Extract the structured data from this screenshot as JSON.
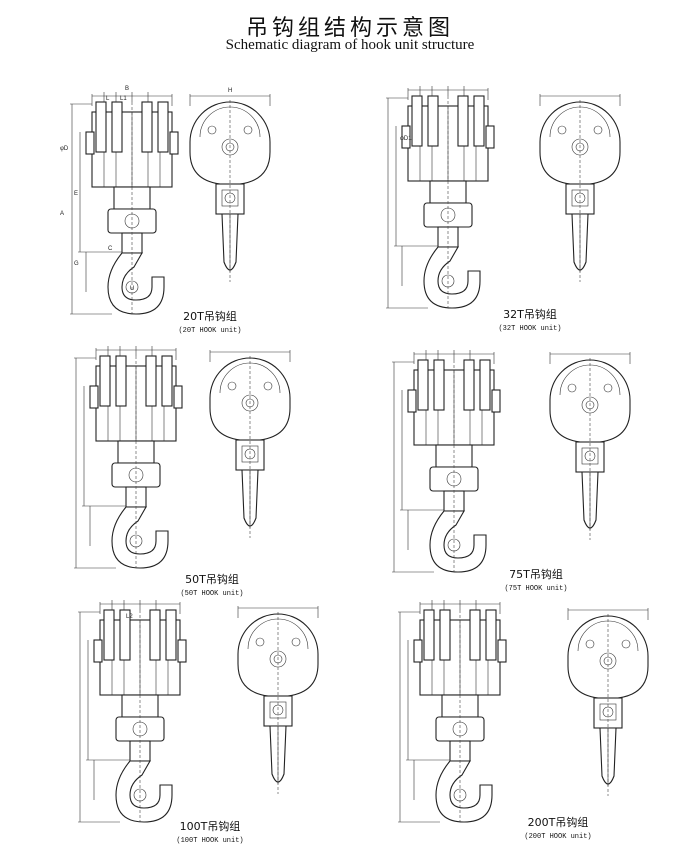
{
  "title_cn": "吊钩组结构示意图",
  "title_en": "Schematic diagram of hook unit structure",
  "units": [
    {
      "cn": "20T吊钩组",
      "en": "(20T HOOK unit)"
    },
    {
      "cn": "32T吊钩组",
      "en": "(32T HOOK unit)"
    },
    {
      "cn": "50T吊钩组",
      "en": "(50T HOOK unit)"
    },
    {
      "cn": "75T吊钩组",
      "en": "(75T HOOK unit)"
    },
    {
      "cn": "100T吊钩组",
      "en": "(100T HOOK unit)"
    },
    {
      "cn": "200T吊钩组",
      "en": "(200T HOOK unit)"
    }
  ],
  "dimension_labels": {
    "B": "B",
    "L": "L",
    "L1": "L1",
    "L2": "L2",
    "H": "H",
    "A": "A",
    "E": "E",
    "G": "G",
    "C": "C",
    "U": "U",
    "phi_D": "φD",
    "phi_D1": "φD1"
  }
}
